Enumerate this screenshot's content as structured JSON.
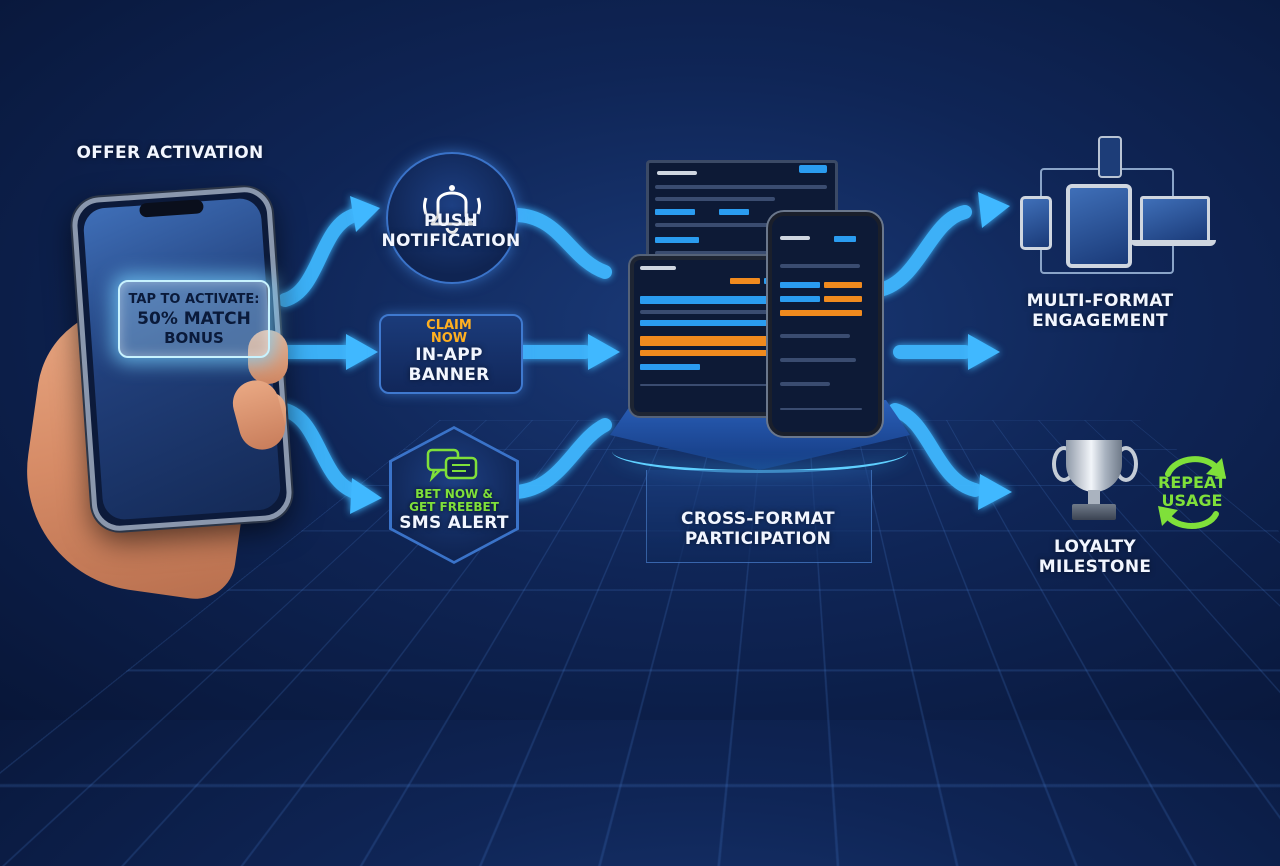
{
  "stages": {
    "offer_activation": "OFFER ACTIVATION",
    "push_notification": "PUSH NOTIFICATION",
    "in_app_banner": "IN-APP BANNER",
    "sms_alert": "SMS ALERT",
    "cross_format": "CROSS-FORMAT PARTICIPATION",
    "multi_format": "MULTI-FORMAT ENGAGEMENT",
    "loyalty": "LOYALTY MILESTONE"
  },
  "phone_card": {
    "line1": "TAP TO ACTIVATE:",
    "line2": "50% MATCH",
    "line3": "BONUS"
  },
  "banner_badge": {
    "line1": "CLAIM",
    "line2": "NOW"
  },
  "sms_badge": {
    "line1": "BET NOW &",
    "line2": "GET FREEBET"
  },
  "repeat_badge": {
    "line1": "REPEAT",
    "line2": "USAGE"
  },
  "colors": {
    "arrow": "#3fb8ff",
    "accent_orange": "#ffb020",
    "accent_green": "#7fe03a",
    "background": "#0f2556"
  },
  "icons": [
    "bell-icon",
    "chat-bubbles-icon",
    "trophy-icon",
    "recycle-arrows-icon",
    "devices-icon"
  ]
}
